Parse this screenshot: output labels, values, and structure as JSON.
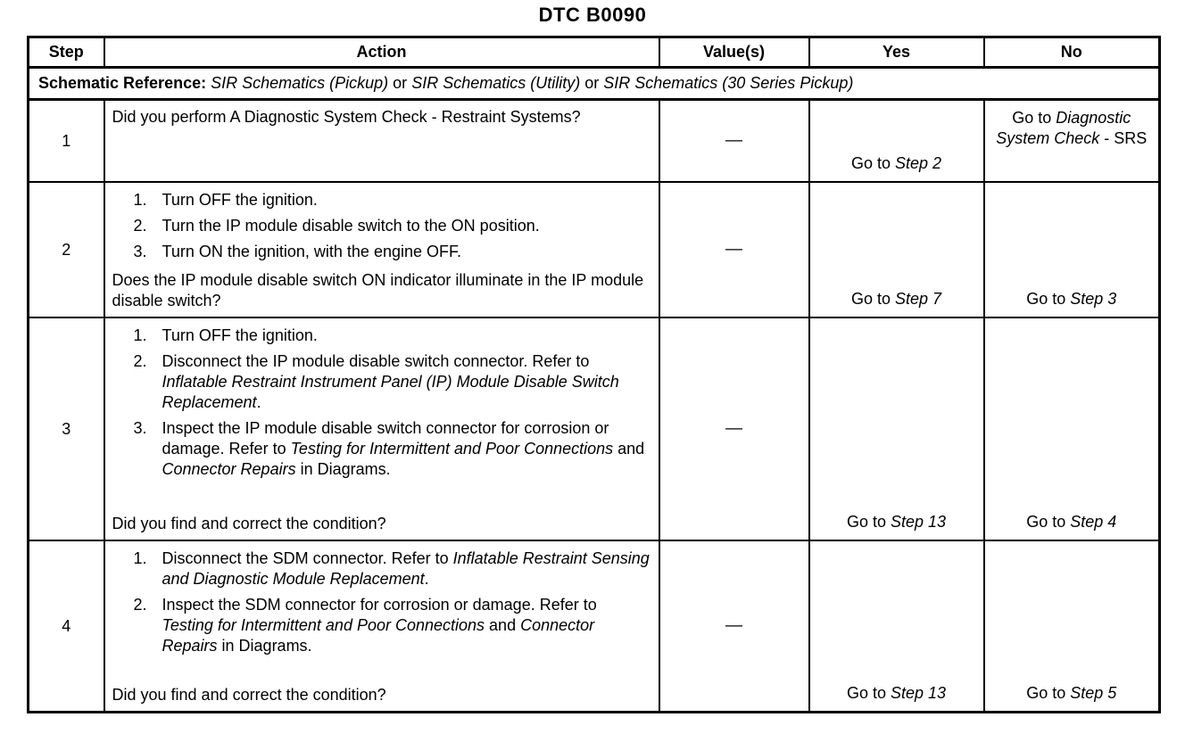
{
  "page": {
    "title": "DTC B0090",
    "colors": {
      "ink": "#000000",
      "background": "#ffffff"
    }
  },
  "table": {
    "headers": {
      "step": "Step",
      "action": "Action",
      "values": "Value(s)",
      "yes": "Yes",
      "no": "No"
    },
    "schematic_reference": {
      "label": "Schematic Reference:",
      "segments": [
        {
          "t": " ",
          "i": false
        },
        {
          "t": "SIR Schematics (Pickup)",
          "i": true
        },
        {
          "t": " or ",
          "i": false
        },
        {
          "t": "SIR Schematics (Utility)",
          "i": true
        },
        {
          "t": " or ",
          "i": false
        },
        {
          "t": "SIR Schematics (30 Series Pickup)",
          "i": true
        }
      ]
    },
    "rows": [
      {
        "step": "1",
        "action_blocks": [
          {
            "type": "p",
            "segments": [
              {
                "t": "Did you perform A Diagnostic System Check - Restraint Systems?",
                "i": false
              }
            ]
          }
        ],
        "value": "—",
        "yes_segments": [
          {
            "t": "Go to ",
            "i": false
          },
          {
            "t": "Step 2",
            "i": true
          }
        ],
        "no_segments": [
          {
            "t": "Go to ",
            "i": false
          },
          {
            "t": "Diagnostic System Check",
            "i": true
          },
          {
            "t": " - SRS",
            "i": false
          }
        ]
      },
      {
        "step": "2",
        "action_blocks": [
          {
            "type": "li",
            "num": "1.",
            "segments": [
              {
                "t": "Turn OFF the ignition.",
                "i": false
              }
            ]
          },
          {
            "type": "li",
            "num": "2.",
            "segments": [
              {
                "t": "Turn the IP module disable switch to the ON position.",
                "i": false
              }
            ]
          },
          {
            "type": "li",
            "num": "3.",
            "segments": [
              {
                "t": "Turn ON the ignition, with the engine OFF.",
                "i": false
              }
            ]
          },
          {
            "type": "p",
            "segments": [
              {
                "t": "Does the IP module disable switch ON indicator illuminate in the IP module disable switch?",
                "i": false
              }
            ]
          }
        ],
        "value": "—",
        "yes_segments": [
          {
            "t": "Go to ",
            "i": false
          },
          {
            "t": "Step 7",
            "i": true
          }
        ],
        "no_segments": [
          {
            "t": "Go to ",
            "i": false
          },
          {
            "t": "Step 3",
            "i": true
          }
        ]
      },
      {
        "step": "3",
        "action_blocks": [
          {
            "type": "li",
            "num": "1.",
            "segments": [
              {
                "t": "Turn OFF the ignition.",
                "i": false
              }
            ]
          },
          {
            "type": "li",
            "num": "2.",
            "segments": [
              {
                "t": "Disconnect the IP module disable switch connector. Refer to ",
                "i": false
              },
              {
                "t": "Inflatable Restraint Instrument Panel (IP) Module Disable Switch Replacement",
                "i": true
              },
              {
                "t": ".",
                "i": false
              }
            ]
          },
          {
            "type": "li",
            "num": "3.",
            "segments": [
              {
                "t": "Inspect the IP module disable switch connector for corrosion or damage. Refer to ",
                "i": false
              },
              {
                "t": "Testing for Intermittent and Poor Connections",
                "i": true
              },
              {
                "t": " and ",
                "i": false
              },
              {
                "t": "Connector Repairs",
                "i": true
              },
              {
                "t": " in Diagrams.",
                "i": false
              }
            ]
          },
          {
            "type": "p",
            "segments": [
              {
                "t": "Did you find and correct the condition?",
                "i": false
              }
            ]
          }
        ],
        "value": "—",
        "yes_segments": [
          {
            "t": "Go to ",
            "i": false
          },
          {
            "t": "Step 13",
            "i": true
          }
        ],
        "no_segments": [
          {
            "t": "Go to ",
            "i": false
          },
          {
            "t": "Step 4",
            "i": true
          }
        ]
      },
      {
        "step": "4",
        "action_blocks": [
          {
            "type": "li",
            "num": "1.",
            "segments": [
              {
                "t": "Disconnect the SDM connector. Refer to ",
                "i": false
              },
              {
                "t": "Inflatable Restraint Sensing and Diagnostic Module Replacement",
                "i": true
              },
              {
                "t": ".",
                "i": false
              }
            ]
          },
          {
            "type": "li",
            "num": "2.",
            "segments": [
              {
                "t": "Inspect the SDM connector for corrosion or damage. Refer to ",
                "i": false
              },
              {
                "t": "Testing for Intermittent and Poor Connections",
                "i": true
              },
              {
                "t": " and ",
                "i": false
              },
              {
                "t": "Connector Repairs",
                "i": true
              },
              {
                "t": " in Diagrams.",
                "i": false
              }
            ]
          },
          {
            "type": "p",
            "segments": [
              {
                "t": "Did you find and correct the condition?",
                "i": false
              }
            ]
          }
        ],
        "value": "—",
        "yes_segments": [
          {
            "t": "Go to ",
            "i": false
          },
          {
            "t": "Step 13",
            "i": true
          }
        ],
        "no_segments": [
          {
            "t": "Go to ",
            "i": false
          },
          {
            "t": "Step 5",
            "i": true
          }
        ]
      }
    ]
  }
}
